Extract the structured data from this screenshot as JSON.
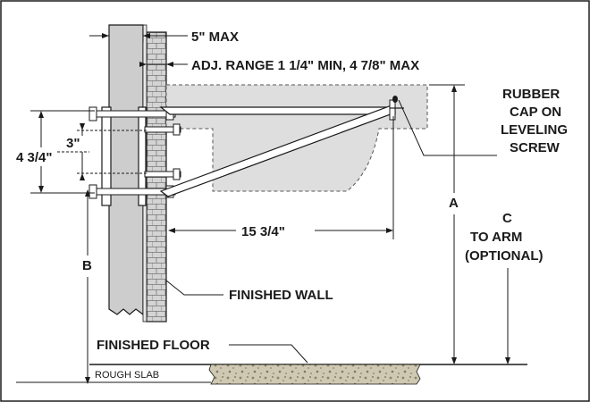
{
  "labels": {
    "five_max": "5\" MAX",
    "adj_range": "ADJ. RANGE 1 1/4\" MIN, 4 7/8\" MAX",
    "rubber_cap_1": "RUBBER",
    "rubber_cap_2": "CAP ON",
    "rubber_cap_3": "LEVELING",
    "rubber_cap_4": "SCREW",
    "three_in": "3\"",
    "four_three_quarter": "4 3/4\"",
    "a": "A",
    "c": "C",
    "c_to_arm": "TO ARM",
    "c_optional": "(OPTIONAL)",
    "fifteen_three_quarter": "15 3/4\"",
    "b": "B",
    "finished_wall": "FINISHED WALL",
    "finished_floor": "FINISHED FLOOR",
    "rough_slab": "ROUGH SLAB"
  },
  "colors": {
    "ink": "#1a1a1a",
    "wall_fill": "#cfcfcf",
    "fixture_fill": "#dcdcdc",
    "floor_fill": "#c8c2ae"
  }
}
